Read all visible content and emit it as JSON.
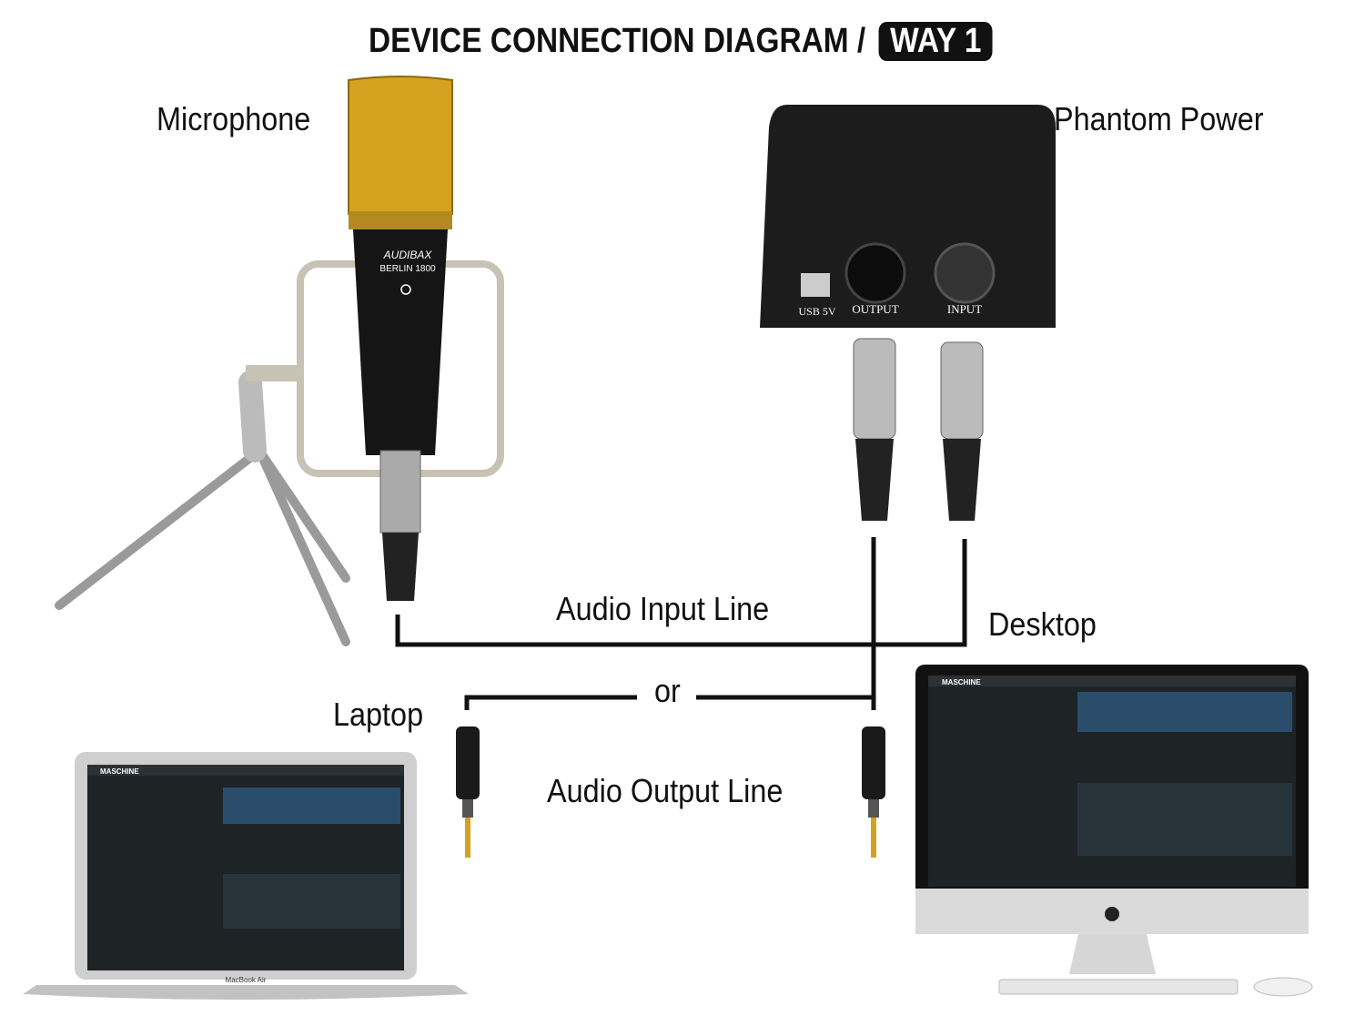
{
  "title": {
    "text": "DEVICE CONNECTION DIAGRAM / ",
    "badge": "WAY 1"
  },
  "labels": {
    "microphone": "Microphone",
    "phantom_power": "Phantom Power",
    "audio_input_line": "Audio Input Line",
    "desktop": "Desktop",
    "or": "or",
    "laptop": "Laptop",
    "audio_output_line": "Audio Output Line"
  },
  "microphone": {
    "brand": "AUDIBAX",
    "model": "BERLIN 1800"
  },
  "phantom_box": {
    "ports": [
      "USB 5V",
      "OUTPUT",
      "INPUT"
    ]
  },
  "laptop": {
    "name": "MacBook Air",
    "app": "MASCHINE"
  },
  "desktop": {
    "app": "MASCHINE"
  },
  "colors": {
    "line": "#111111",
    "gold": "#d4a21e",
    "badge": "#111111"
  }
}
